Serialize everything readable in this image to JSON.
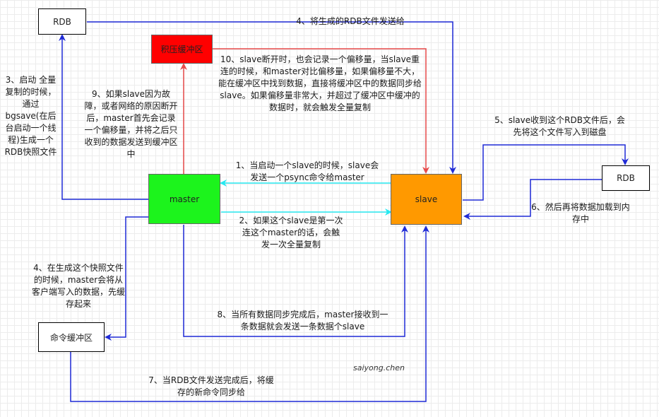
{
  "colors": {
    "arrow_blue": "#1f2ad6",
    "arrow_cyan": "#26e8f0",
    "arrow_red": "#e64a4a",
    "master_fill": "#1cf41c",
    "slave_fill": "#ff9900",
    "backlog_fill": "#ff0000"
  },
  "nodes": {
    "rdb_master": "RDB",
    "backlog": "积压缓冲区",
    "master": "master",
    "slave": "slave",
    "rdb_slave": "RDB",
    "cmd_buffer": "命令缓冲区"
  },
  "steps": {
    "s1": "1、当启动一个slave的时候，slave会发送一个psync命令给master",
    "s2": "2、如果这个slave是第一次连这个master的话，会触发一次全量复制",
    "s3": "3、启动 全量复制的时候，通过bgsave(在后台启动一个线程)生成一个RDB快照文件",
    "s4_left": "4、在生成这个快照文件的时候，master会将从客户端写入的数据，先缓存起来",
    "s4_top": "4、将生成的RDB文件发送给",
    "s5": "5、slave收到这个RDB文件后，会先将这个文件写入到磁盘",
    "s6": "6、然后再将数据加载到内存中",
    "s7": "7、当RDB文件发送完成后，将缓存的新命令同步给",
    "s8": "8、当所有数据同步完成后，master接收到一条数据就会发送一条数据个slave",
    "s9": "9、如果slave因为故障，或者网络的原因断开后，master首先会记录一个偏移量，并将之后只收到的数据发送到缓冲区中",
    "s10": "10、slave断开时，也会记录一个偏移量，当slave重连的时候，和master对比偏移量，如果偏移量不大，能在缓冲区中找到数据，直接将缓冲区中的数据同步给slave。如果偏移量非常大，并超过了缓冲区中缓冲的数据时，就会触发全量复制"
  },
  "signature": "saiyong.chen"
}
